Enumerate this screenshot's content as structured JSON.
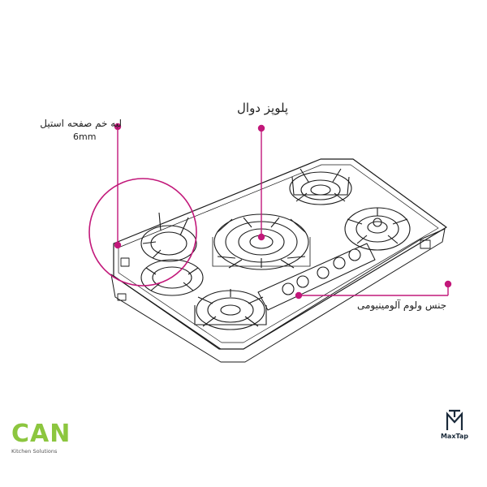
{
  "annotations": {
    "edge": {
      "title": "لبه خم صفحه استیل",
      "size": "6mm"
    },
    "burner": {
      "title": "پلوپز دوال"
    },
    "body": {
      "title": "جنس ولوم آلومینیومی"
    }
  },
  "brands": {
    "left": {
      "name": "CAN",
      "tagline": "Kitchen Solutions",
      "color": "#8cc63f"
    },
    "right": {
      "name": "MaxTap"
    }
  },
  "colors": {
    "accent": "#c2187a",
    "line": "#1a1a1a"
  }
}
